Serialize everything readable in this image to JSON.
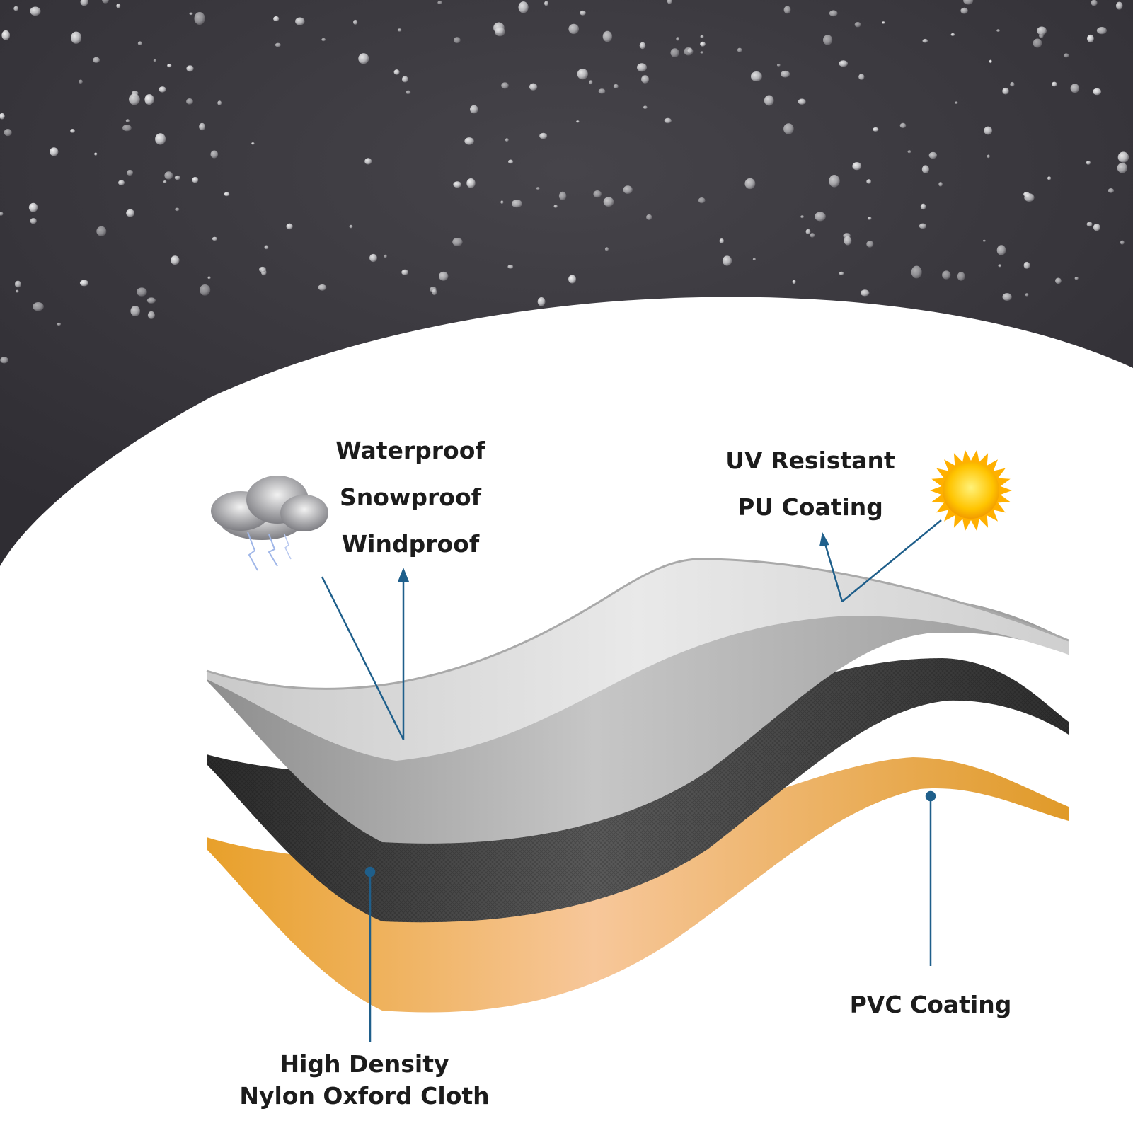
{
  "colors": {
    "night_sky": "#3a383d",
    "pu_coating_layer": "#dcdcdc",
    "waterproof_layer": "#bdbdbd",
    "nylon_oxford_layer": "#3f3f3f",
    "pvc_coating_layer": "#e6a23c",
    "pointer_lines": "#1f5f8b",
    "sun": "#ffc400"
  },
  "icons": [
    "rain-drops-icon",
    "storm-cloud-icon",
    "sun-icon"
  ],
  "labels": {
    "waterproof": "Waterproof",
    "snowproof": "Snowproof",
    "windproof": "Windproof",
    "uv_resistant": "UV Resistant",
    "pu_coating": "PU Coating",
    "pvc_coating": "PVC Coating",
    "high_density_line1": "High Density",
    "high_density_line2": "Nylon Oxford Cloth"
  }
}
